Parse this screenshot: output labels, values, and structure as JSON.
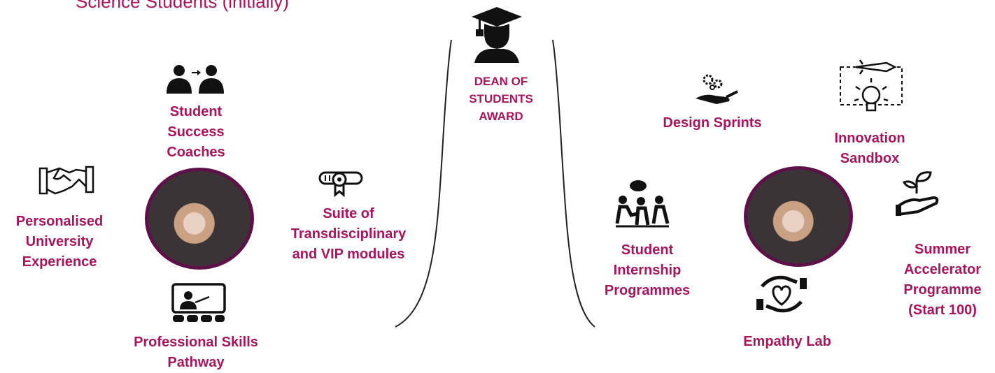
{
  "top_title": "Science Students (initially)",
  "center": {
    "award": "DEAN OF STUDENTS AWARD"
  },
  "left": {
    "coaches": "Student Success Coaches",
    "personalised": "Personalised University Experience",
    "modules": "Suite of Transdisciplinary and VIP modules",
    "skills": "Professional Skills Pathway"
  },
  "right": {
    "design": "Design Sprints",
    "innovation": "Innovation Sandbox",
    "internship": "Student Internship Programmes",
    "summer": "Summer Accelerator Programme (Start 100)",
    "empathy": "Empathy Lab"
  },
  "colors": {
    "accent": "#a8155c",
    "ring": "#5e1148",
    "icon": "#1a1a1a"
  }
}
